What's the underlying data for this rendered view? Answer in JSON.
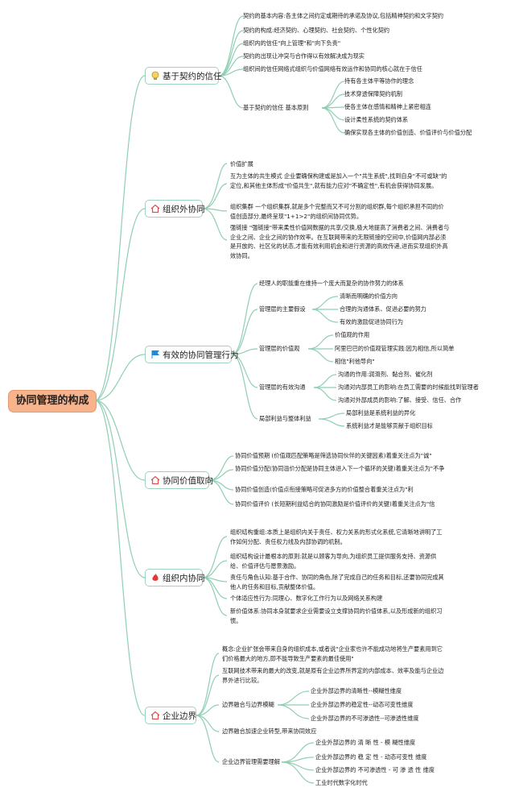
{
  "root": {
    "label": "协同管理的构成"
  },
  "branches": [
    {
      "label": "基于契约的信任",
      "icon": "lightbulb-icon",
      "items": [
        "契约的基本内容:各主体之间约定或期待的承诺及协议,包括精神契约和文字契约",
        "契约的构成:经济契约、心理契约、社会契约、个性化契约",
        "组织内的信任\"向上管理\"和\"向下负责\"",
        "契约的出现让冲突与合作得以有效解决成为现实",
        "组织间的信任网络式组织与价值网络有效运作和协同的核心就在于信任",
        "基于契约的信任 基本原则"
      ],
      "sub": [
        "持有各主体平等协作的理念",
        "技术穿透保障契约机制",
        "使各主体在感情和精神上紧密相连",
        "设计柔性系统的契约体系",
        "确保实现各主体的价值创造、价值评价与价值分配"
      ]
    },
    {
      "label": "组织外协同",
      "icon": "home-icon",
      "items": [
        "价值扩展",
        "互为主体的共生模式 企业要确保构建或是加入一个\"共生系统\",找到自身\"不可或缺\"的定位,和其他主体形成\"价值共生\",就有能力应对\"不确定性\",有机会获得协同发展。",
        "组织集群 一个组织集群,就是多个完整而又不可分割的组织群,每个组织承担不同的价值创造部分,最终呈现\"1+1>2\"的组织间协同优势。",
        "强链接 \"强链接\"带来柔性价值网数据的共享/交换,极大地提高了消费者之间、消费者与企业之间、企业之间的协作效率。在互联网带来的无限链接的空间中,价值网内部必须是开放的、社区化的状态,才能有效利用机会和进行资源的高效传递,进而实现组织外高效协同。"
      ]
    },
    {
      "label": "有效的协同管理行为",
      "icon": "flag-icon",
      "items": [
        "经理人的职能重在维持一个庞大而复杂的协作努力的体系",
        "管理层的主要假设",
        "管理层的价值观",
        "管理层的有效沟通",
        "局部利益与整体利益"
      ],
      "assumptions": [
        "清晰而明确的价值方向",
        "合理的沟通体系、促进必要的努力",
        "有效的激励促进协同行为"
      ],
      "values": [
        "价值观的作用",
        "阿里巴巴的价值观管理实践:因为相信,所以简单",
        "相信\"利他导向\""
      ],
      "communication": [
        "沟通的作用:润滑剂、黏合剂、催化剂",
        "沟通对内部员工的影响:在员工需要的时候能找到管理者",
        "沟通对外部成员的影响:了解、接受、信任、合作"
      ],
      "interests": [
        "局部利益是系统利益的异化",
        "系统利益才是能够贡献于组织目标"
      ]
    },
    {
      "label": "协同价值取向",
      "icon": "home-icon",
      "items": [
        "协同价值预期 (价值观匹配策略是筛选协同伙伴的关键因素)着重关注点为\"诚\"",
        "协同价值分配(协同溢价分配是协同主体进入下一个循环的关键)着重关注点为\"不争",
        "协同价值创造(价值点衔接策略可促进多方的价值整合着重关注点为\"利",
        "协同价值评价 (长短期利益结合的协同激励是价值评价的关键)着重关注点为\"信"
      ]
    },
    {
      "label": "组织内协同",
      "icon": "fire-icon",
      "items": [
        "组织结构重组:本质上是组织内关于责任、权力关系的形式化系统,它清晰地讲明了工作如何分配、责任权力线及内部协调的机制。",
        "组织结构设计最根本的原则:就是以顾客为导向,为组织员工提供服务支持、资源供给、价值评估与愿景激励。",
        "责任与角色认知:基于合作、协同的角色,除了完成自己的任务和目标,还要协同完成其他人的任务和目标,贡献整体价值。",
        "个体适应性行为:同理心、数字化工作行为以及网络关系构建",
        "新价值体系:协同本身就要求企业需要设立支撑协同的价值体系,以及形成新的组织习惯。"
      ]
    },
    {
      "label": "企业边界",
      "icon": "home-icon",
      "items": [
        "概念:企业扩张会带来自身的组织成本,或者说\"企业家也许不能成功地将生产要素用到它们价格最大的地方,即不能导致生产要素的最佳使用\"",
        "互联网技术带来的最大的改变,就是原有企业边界所界定的内部成本、效率及能与企业边界外进行比较。",
        "边界融合与边界模糊",
        "边界融合加速企业转型,带来协同效应",
        "企业边界管理需要理解"
      ],
      "fusion": [
        "企业外部边界的清晰性--模糊性维度",
        "企业外部边界的稳定性--动态可变性维度",
        "企业外部边界的不可渗透性--可渗透性维度"
      ],
      "understand": [
        "企业外部边界的 清 晰 性 - 模 糊性维度",
        "企业外部边界的 稳 定 性 - 动态可变性 维度",
        "企业外部边界的 不可渗透性 - 可 渗 透 性 维度",
        "工业时代数字化时代"
      ]
    }
  ]
}
